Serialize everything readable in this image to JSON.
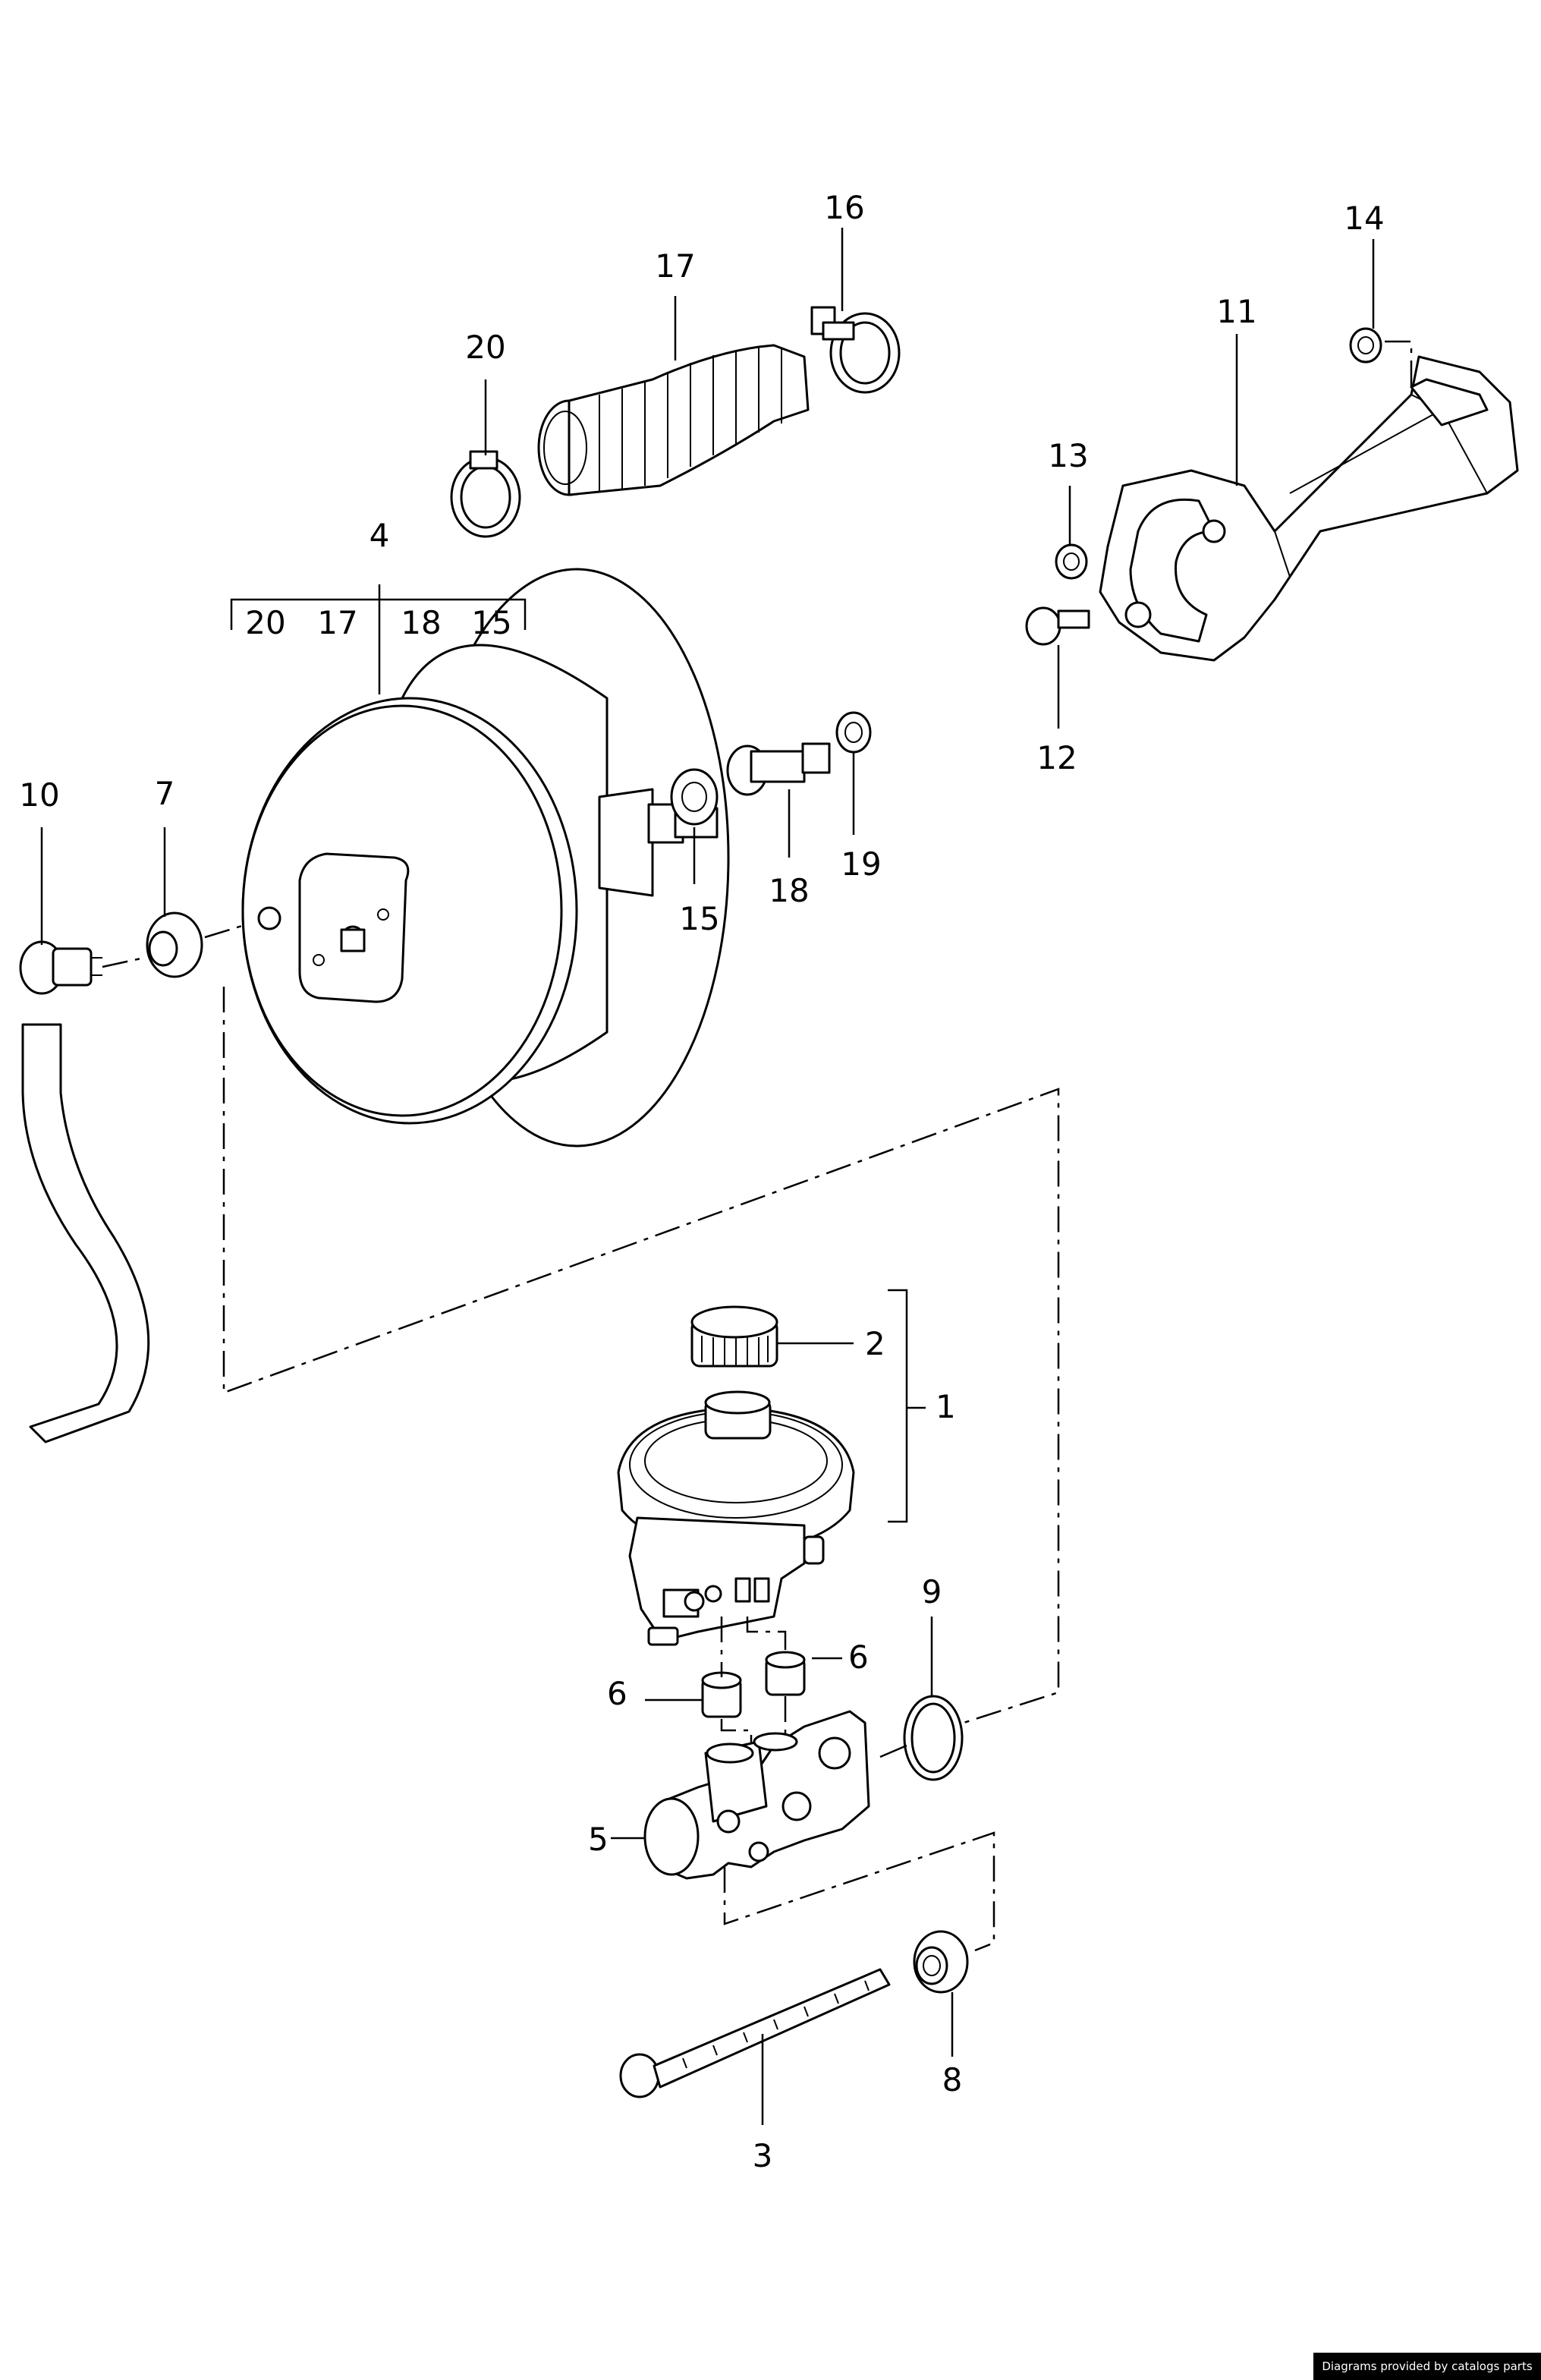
{
  "callouts": {
    "c1": "1",
    "c2": "2",
    "c3": "3",
    "c4": "4",
    "c5": "5",
    "c6a": "6",
    "c6b": "6",
    "c7": "7",
    "c8": "8",
    "c9": "9",
    "c10": "10",
    "c11": "11",
    "c12": "12",
    "c13": "13",
    "c14": "14",
    "c15": "15",
    "c16": "16",
    "c17": "17",
    "c18": "18",
    "c19": "19",
    "c20": "20"
  },
  "kit_bracket": {
    "label": "4",
    "items": [
      "20",
      "17",
      "18",
      "15"
    ]
  },
  "footer": {
    "credit": "Diagrams provided by catalogs parts"
  }
}
